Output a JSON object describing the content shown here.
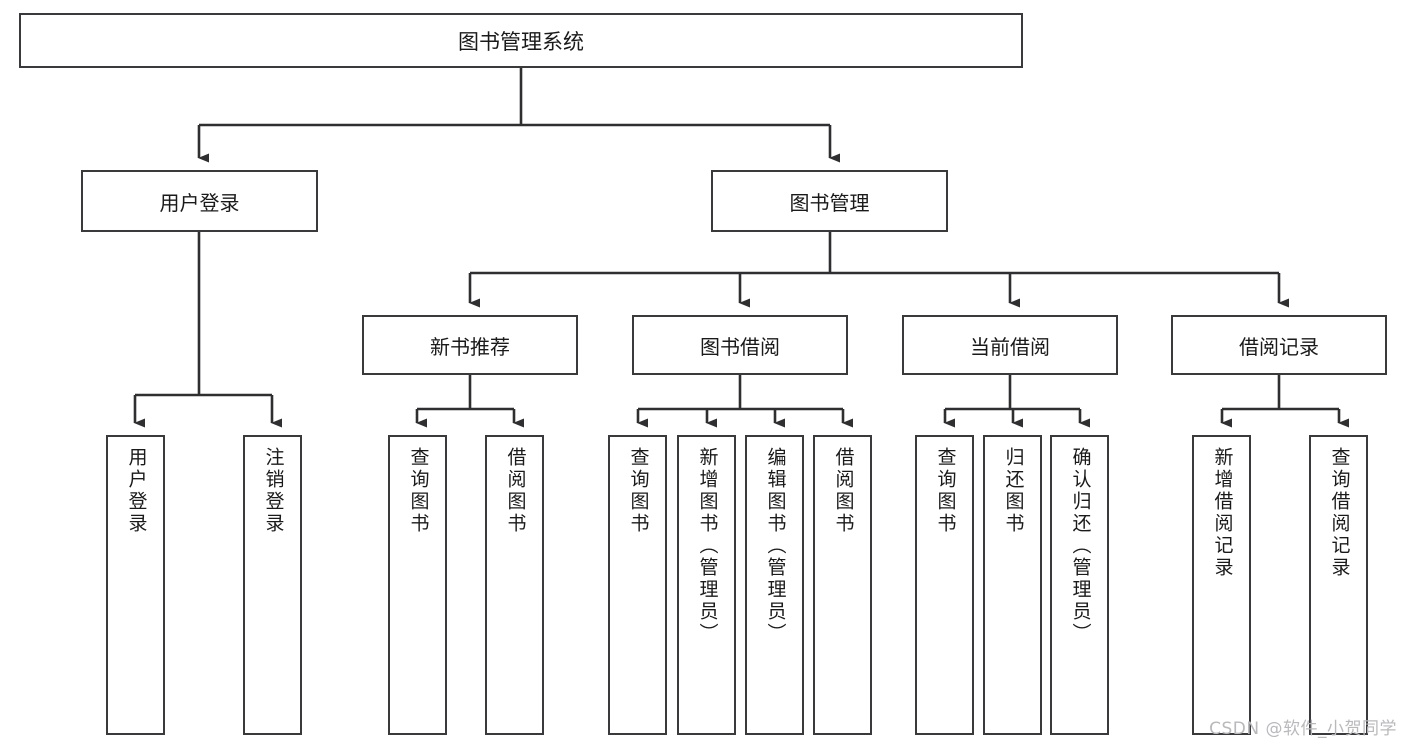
{
  "diagram": {
    "title": "图书管理系统",
    "type": "hierarchy-tree",
    "levels": 4,
    "colors": {
      "box_border": "#3a3a3c",
      "box_fill": "#ffffff",
      "connector": "#2f2f31",
      "text": "#1a1a1a",
      "watermark": "#b9b9bd",
      "background": "#ffffff"
    },
    "root": {
      "label": "图书管理系统"
    },
    "level2": [
      {
        "label": "用户登录"
      },
      {
        "label": "图书管理"
      }
    ],
    "level3": [
      {
        "label": "新书推荐"
      },
      {
        "label": "图书借阅"
      },
      {
        "label": "当前借阅"
      },
      {
        "label": "借阅记录"
      }
    ],
    "leaves": [
      {
        "label": "用户登录",
        "parent": "用户登录"
      },
      {
        "label": "注销登录",
        "parent": "用户登录"
      },
      {
        "label": "查询图书",
        "parent": "新书推荐"
      },
      {
        "label": "借阅图书",
        "parent": "新书推荐"
      },
      {
        "label": "查询图书",
        "parent": "图书借阅"
      },
      {
        "label": "新增图书（管理员）",
        "parent": "图书借阅"
      },
      {
        "label": "编辑图书（管理员）",
        "parent": "图书借阅"
      },
      {
        "label": "借阅图书",
        "parent": "图书借阅"
      },
      {
        "label": "查询图书",
        "parent": "当前借阅"
      },
      {
        "label": "归还图书",
        "parent": "当前借阅"
      },
      {
        "label": "确认归还（管理员）",
        "parent": "当前借阅"
      },
      {
        "label": "新增借阅记录",
        "parent": "借阅记录"
      },
      {
        "label": "查询借阅记录",
        "parent": "借阅记录"
      }
    ]
  },
  "watermark": {
    "text": "CSDN @软件_小贺同学"
  }
}
